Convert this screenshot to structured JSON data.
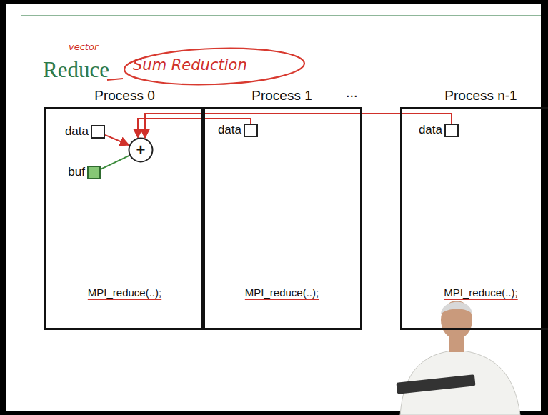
{
  "diagram": {
    "title": "Reduce",
    "nodes": [
      {
        "text": [
          "Process 0",
          "MPI_reduce(..);"
        ]
      },
      {
        "text": [
          "data"
        ],
        "in": 0
      },
      {
        "text": [
          "+"
        ],
        "in": 0
      },
      {
        "text": [
          "buf"
        ],
        "in": 0
      },
      {
        "text": [
          "Process 1",
          "MPI_reduce(..);"
        ]
      },
      {
        "text": [
          "data"
        ],
        "in": 4
      },
      {
        "text": [
          "Process n-1",
          "MPI_reduce(..);"
        ]
      },
      {
        "text": [
          "data"
        ],
        "in": 6
      }
    ],
    "edges": [
      {
        "from": 1,
        "to": 2,
        "arrow": "to"
      },
      {
        "from": 5,
        "to": 2,
        "arrow": "to"
      },
      {
        "from": 7,
        "to": 2,
        "arrow": "to"
      },
      {
        "from": 2,
        "to": 3,
        "arrow": "none"
      }
    ],
    "labels": [
      "vector",
      "Sum Reduction",
      "..."
    ]
  }
}
